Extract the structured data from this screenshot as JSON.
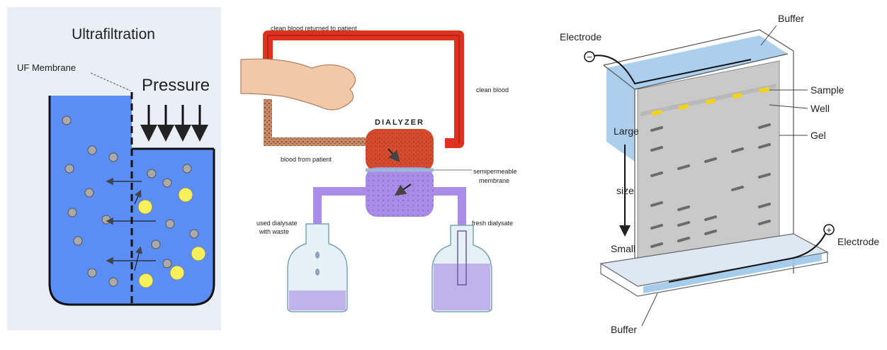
{
  "panels": {
    "ultrafiltration": {
      "title": "Ultrafiltration",
      "membrane_label": "UF Membrane",
      "pressure_label": "Pressure",
      "colors": {
        "background": "#e9eef7",
        "fluid": "#5b8ef5",
        "solute_small": "#a9a9a9",
        "solute_large": "#f7f05a"
      }
    },
    "dialysis": {
      "clean_blood_returned": "clean blood returned to patient",
      "clean_blood": "clean blood",
      "blood_from_patient": "blood from patient",
      "dialyzer": "DIALYZER",
      "membrane_line1": "semipermeable",
      "membrane_line2": "membrane",
      "used_dialysate_line1": "used dialysate",
      "used_dialysate_line2": "with waste",
      "fresh_dialysate": "fresh dialysate",
      "colors": {
        "blood": "#e0301e",
        "dialysate": "#a98be8"
      }
    },
    "electrophoresis": {
      "buffer_top": "Buffer",
      "electrode_neg": "Electrode",
      "sample": "Sample",
      "well": "Well",
      "gel": "Gel",
      "large": "Large",
      "size": "size",
      "small": "Small",
      "electrode_pos": "Electrode",
      "buffer_bottom": "Buffer",
      "neg_symbol": "−",
      "pos_symbol": "+",
      "colors": {
        "buffer": "#9cc7ea",
        "gel": "#c9c9c9",
        "sample": "#f2d21b"
      }
    }
  }
}
